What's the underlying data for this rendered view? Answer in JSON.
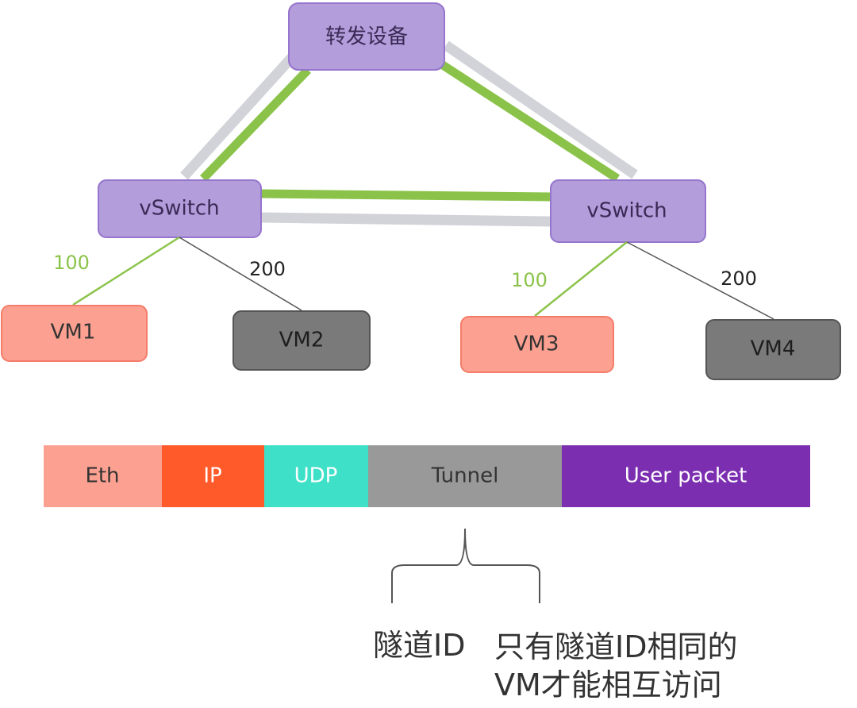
{
  "colors": {
    "switch_fill": "#b39ddb",
    "switch_stroke": "#9575cd",
    "green": "#8bc34a",
    "gray_line": "#d2d3d9",
    "vm_red_fill": "#fca191",
    "vm_red_stroke": "#f47c6a",
    "vm_gray_fill": "#7a7a7a",
    "vm_gray_stroke": "#555555",
    "eth": "#fca191",
    "ip": "#ff5a2a",
    "udp": "#3fe0c8",
    "tunnel": "#999999",
    "user_packet": "#7b2fb0"
  },
  "nodes": {
    "forwarding_device": "转发设备",
    "vswitch_left": "vSwitch",
    "vswitch_right": "vSwitch",
    "vm1": "VM1",
    "vm2": "VM2",
    "vm3": "VM3",
    "vm4": "VM4"
  },
  "vlan_labels": {
    "vm1": "100",
    "vm2": "200",
    "vm3": "100",
    "vm4": "200"
  },
  "packet": {
    "segments": [
      "Eth",
      "IP",
      "UDP",
      "Tunnel",
      "User packet"
    ]
  },
  "annotation": {
    "tunnel_id": "隧道ID",
    "note_line1": "只有隧道ID相同的",
    "note_line2": "VM才能相互访问"
  }
}
